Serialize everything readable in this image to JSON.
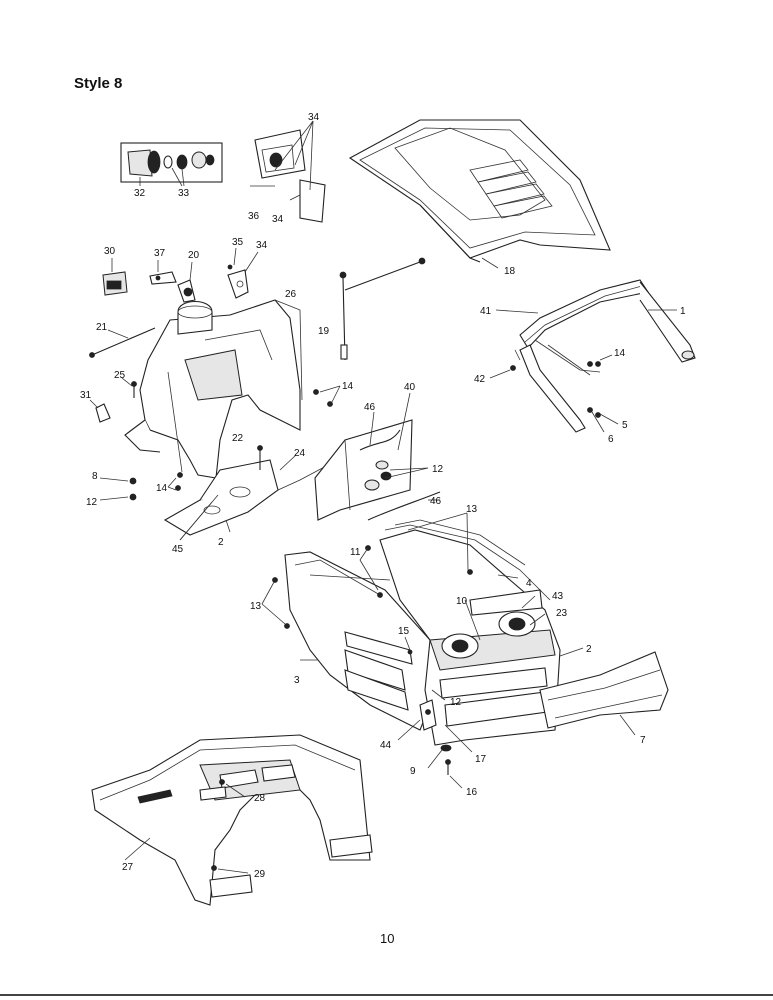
{
  "title": "Style 8",
  "page_number": "10",
  "callouts": {
    "c1": "1",
    "c2a": "2",
    "c2b": "2",
    "c3": "3",
    "c4": "4",
    "c5": "5",
    "c6": "6",
    "c7": "7",
    "c8": "8",
    "c9": "9",
    "c10": "10",
    "c11": "11",
    "c12a": "12",
    "c12b": "12",
    "c12c": "12",
    "c13a": "13",
    "c13b": "13",
    "c14a": "14",
    "c14b": "14",
    "c14c": "14",
    "c15": "15",
    "c16": "16",
    "c17": "17",
    "c18": "18",
    "c19": "19",
    "c20": "20",
    "c21": "21",
    "c22": "22",
    "c23": "23",
    "c24": "24",
    "c25": "25",
    "c26": "26",
    "c27": "27",
    "c28": "28",
    "c29": "29",
    "c30": "30",
    "c31": "31",
    "c32": "32",
    "c33": "33",
    "c34a": "34",
    "c34b": "34",
    "c34c": "34",
    "c35": "35",
    "c36": "36",
    "c37": "37",
    "c40": "40",
    "c41": "41",
    "c42": "42",
    "c43": "43",
    "c44": "44",
    "c45": "45",
    "c46a": "46",
    "c46b": "46"
  }
}
